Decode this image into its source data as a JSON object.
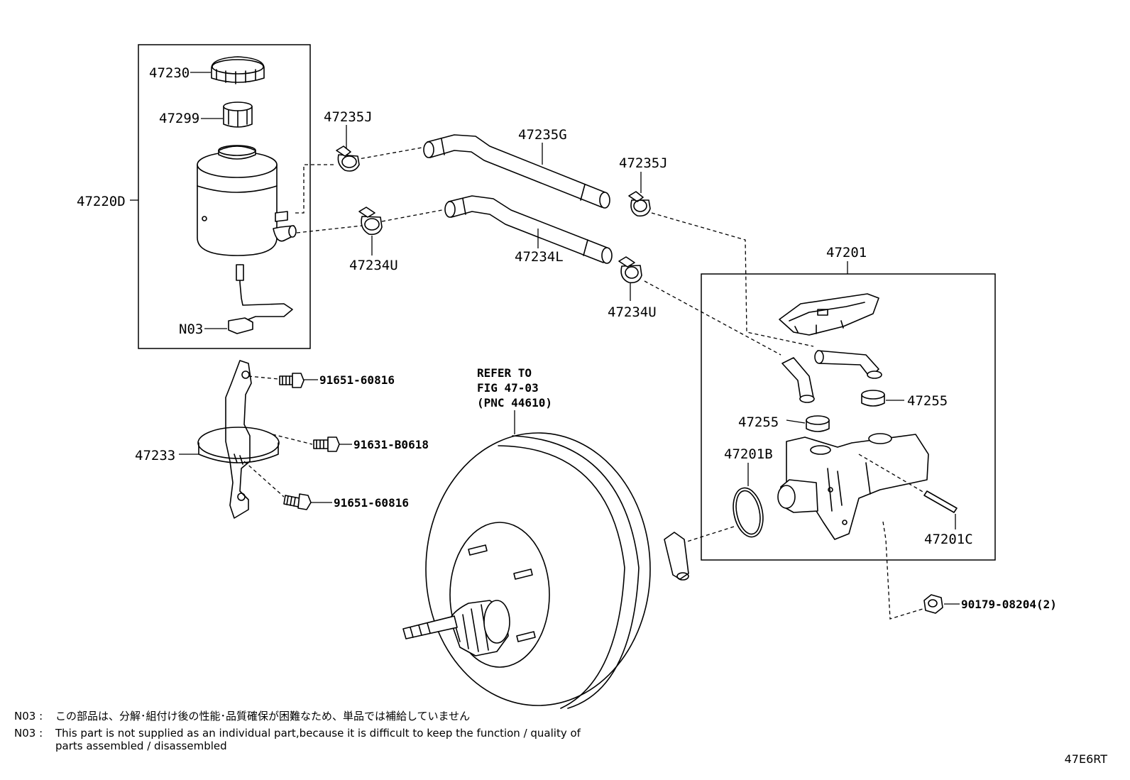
{
  "labels": {
    "p47230": "47230",
    "p47299": "47299",
    "p47220D": "47220D",
    "pN03": "N03",
    "p47235J_a": "47235J",
    "p47235G": "47235G",
    "p47235J_b": "47235J",
    "p47234U_a": "47234U",
    "p47234L": "47234L",
    "p47234U_b": "47234U",
    "p47201": "47201",
    "p47255_a": "47255",
    "p47255_b": "47255",
    "p47201B": "47201B",
    "p47201C": "47201C",
    "p90179": "90179-08204(2)",
    "p91651_a": "91651-60816",
    "p91631": "91631-B0618",
    "p91651_b": "91651-60816",
    "p47233": "47233"
  },
  "refer": {
    "line1": "REFER TO",
    "line2": "FIG 47-03",
    "line3": "(PNC 44610)"
  },
  "notes": [
    {
      "code": "N03 :",
      "text": "この部品は、分解･組付け後の性能･品質確保が困難なため、単品では補給していません"
    },
    {
      "code": "N03 :",
      "text": "This part is not supplied as an individual part,because it is difficult to keep the function / quality of parts assembled / disassembled"
    }
  ],
  "figure_code": "47E6RT"
}
